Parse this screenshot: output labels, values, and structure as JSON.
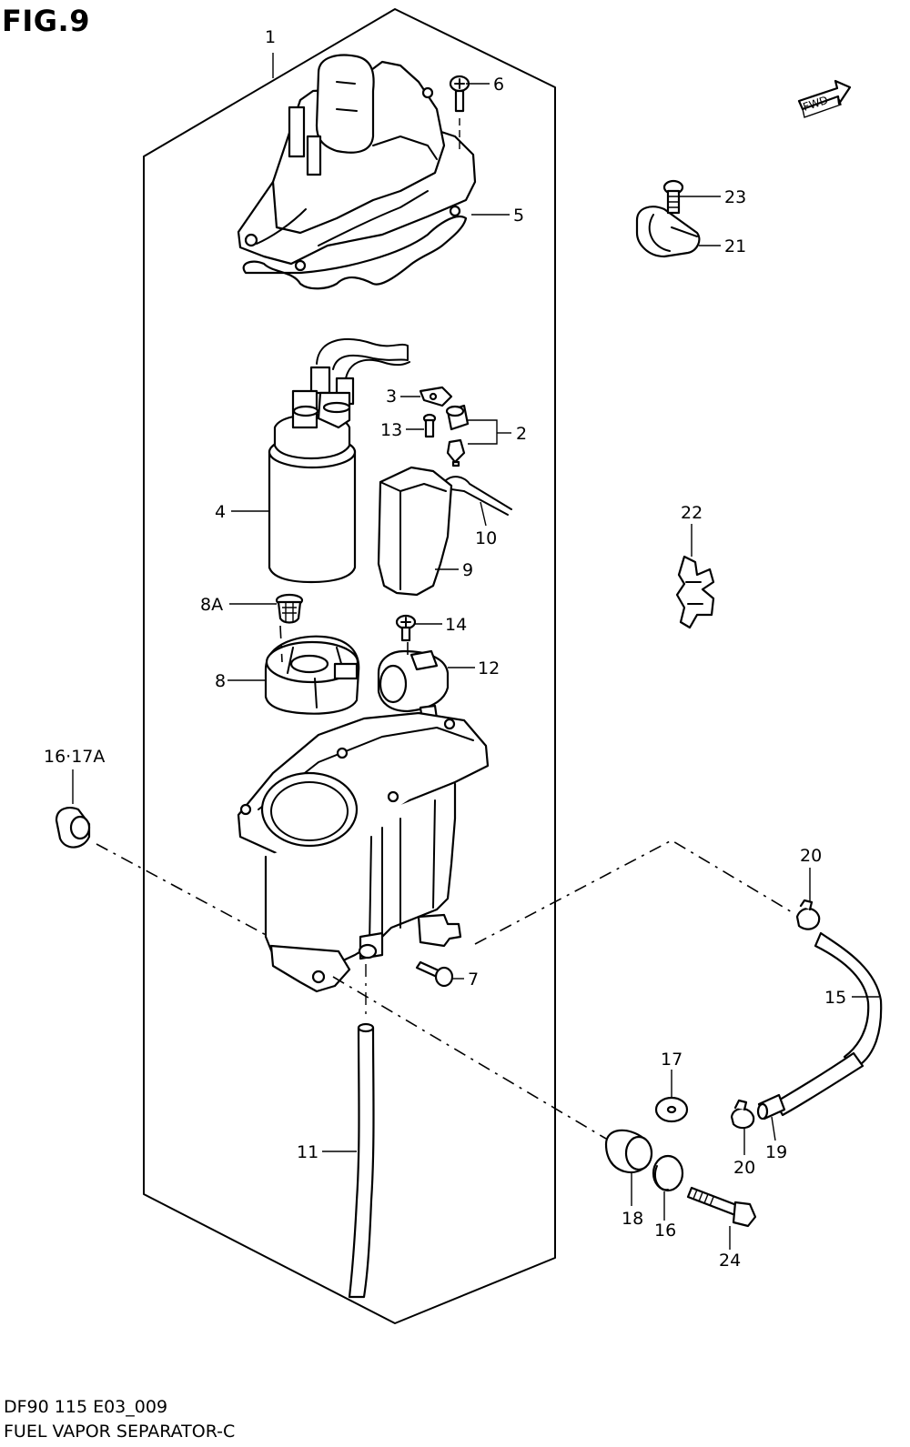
{
  "figure": {
    "title": "FIG.9",
    "code": "DF90 115 E03_009",
    "name": "FUEL VAPOR SEPARATOR-C"
  },
  "direction_badge": "FWD",
  "callouts": {
    "c1": "1",
    "c2": "2",
    "c3": "3",
    "c4": "4",
    "c5": "5",
    "c6": "6",
    "c7": "7",
    "c8": "8",
    "c8a": "8A",
    "c9": "9",
    "c10": "10",
    "c11": "11",
    "c12": "12",
    "c13": "13",
    "c14": "14",
    "c15": "15",
    "c16_17a": "16·17A",
    "c16": "16",
    "c17": "17",
    "c18": "18",
    "c19": "19",
    "c20a": "20",
    "c20b": "20",
    "c21": "21",
    "c22": "22",
    "c23": "23",
    "c24": "24"
  },
  "icons": {
    "fwd": "fwd-arrow-icon"
  }
}
